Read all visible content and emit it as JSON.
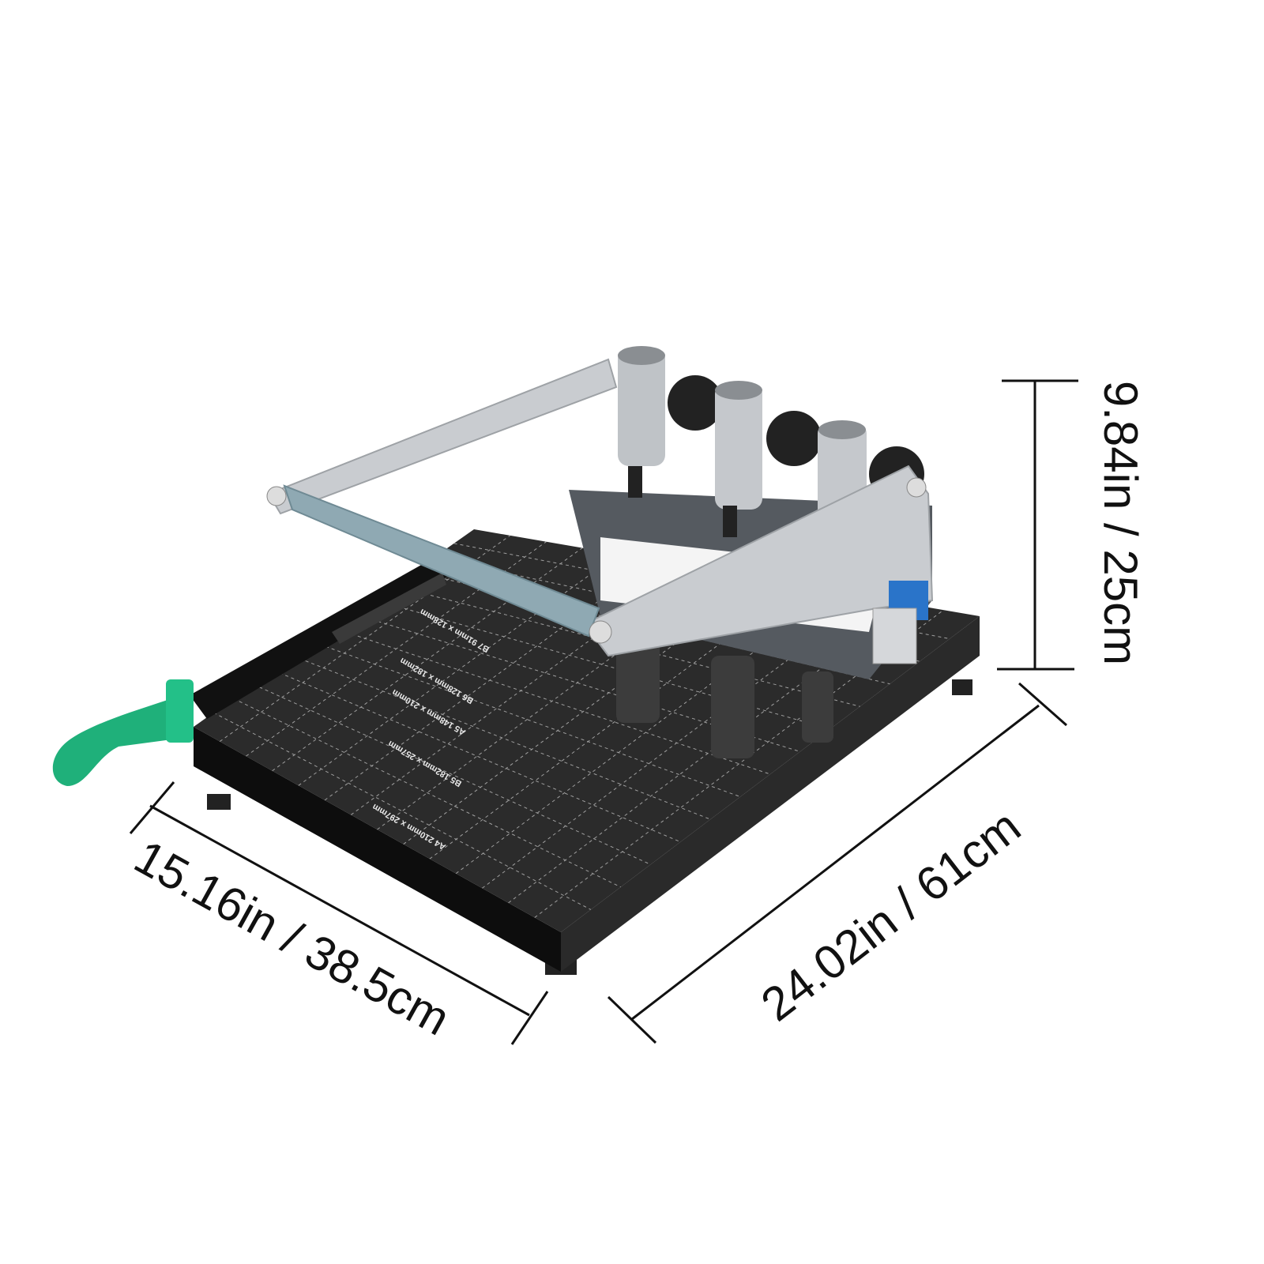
{
  "product": {
    "board_labels": [
      "B7 91mm x 128mm",
      "B6 128mm x 182mm",
      "A5 148mm x 210mm",
      "B5 182mm x 257mm",
      "A4 210mm x 297mm"
    ],
    "colors": {
      "base": "#1c1c1c",
      "arms": "#c9ccd0",
      "grip": "#8fa9b3",
      "lever_handle": "#1fb07a",
      "accent_block": "#2a74c9"
    }
  },
  "dimensions": {
    "height": "9.84in / 25cm",
    "length": "24.02in / 61cm",
    "width": "15.16in / 38.5cm"
  }
}
